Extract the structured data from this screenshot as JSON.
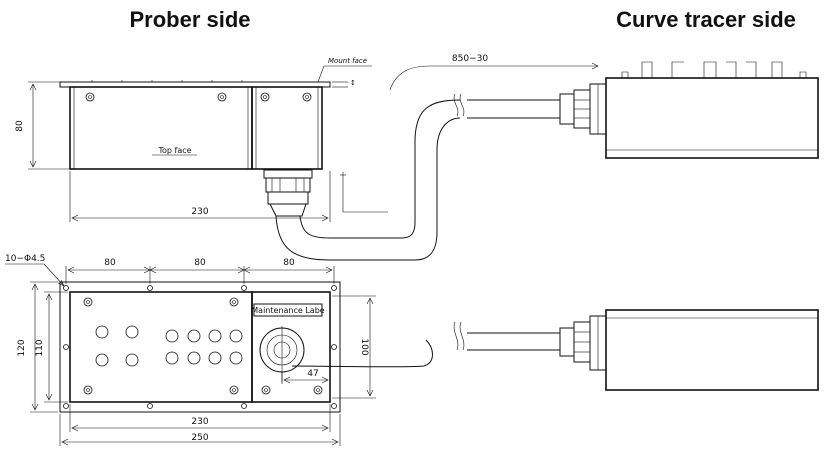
{
  "headings": {
    "left": "Prober side",
    "right": "Curve tracer side"
  },
  "labels": {
    "mount_face": "Mount face",
    "top_face": "Top face",
    "maintenance": "Maintenance Labe",
    "hole_spec": "10−Φ4.5"
  },
  "dimensions": {
    "cable_length": "850−30",
    "side_height": "80",
    "side_width": "230",
    "top_pitch_1": "80",
    "top_pitch_2": "80",
    "top_pitch_3": "80",
    "overall_height": "120",
    "inner_height": "110",
    "body_width": "230",
    "overall_width": "250",
    "right_height": "100",
    "offset": "47"
  }
}
